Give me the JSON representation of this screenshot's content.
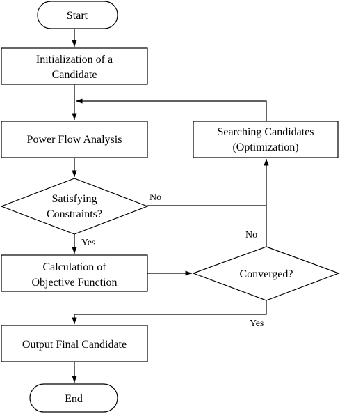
{
  "flowchart": {
    "start": "Start",
    "init_line1": "Initialization  of a",
    "init_line2": "Candidate",
    "power_flow": "Power Flow Analysis",
    "search_line1": "Searching Candidates",
    "search_line2": "(Optimization)",
    "constraints_line1": "Satisfying",
    "constraints_line2": "Constraints?",
    "calc_line1": "Calculation  of",
    "calc_line2": "Objective Function",
    "converged": "Converged?",
    "output": "Output Final  Candidate",
    "end": "End",
    "no_constraints": "No",
    "yes_constraints": "Yes",
    "no_converged": "No",
    "yes_converged": "Yes"
  }
}
